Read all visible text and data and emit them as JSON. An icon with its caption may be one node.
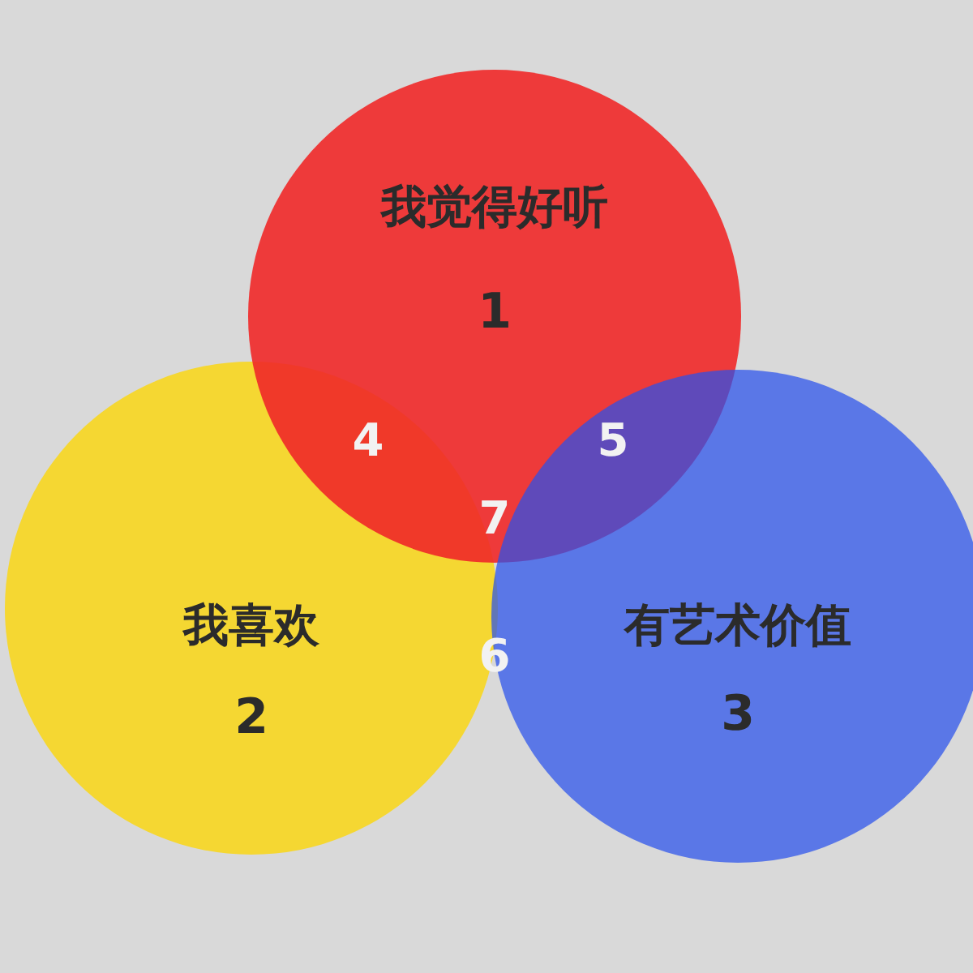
{
  "diagram": {
    "nodes": [
      {
        "text": [
          "我觉得好听",
          "1"
        ]
      },
      {
        "text": [
          "我喜欢",
          "2"
        ]
      },
      {
        "text": [
          "有艺术价值",
          "3"
        ]
      }
    ],
    "labels": [
      "4",
      "5",
      "7",
      "6"
    ]
  }
}
